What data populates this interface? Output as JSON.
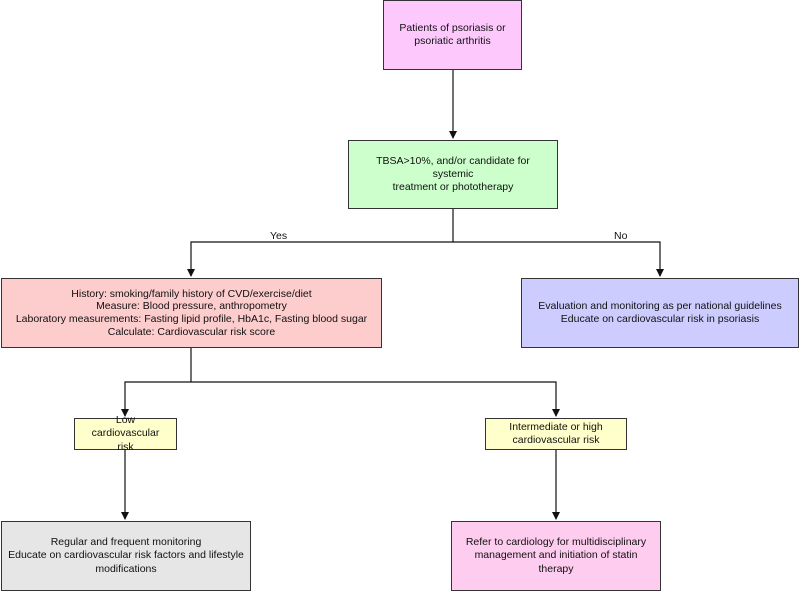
{
  "nodes": {
    "start": {
      "text": "Patients of psoriasis or\npsoriatic arthritis",
      "color": "#fdc9fd"
    },
    "criteria": {
      "text": "TBSA>10%, and/or candidate for systemic\ntreatment or phototherapy",
      "color": "#ccffcc"
    },
    "assessment": {
      "text": "History: smoking/family history of CVD/exercise/diet\nMeasure: Blood pressure, anthropometry\nLaboratory measurements: Fasting lipid profile, HbA1c, Fasting blood sugar\nCalculate: Cardiovascular risk score",
      "color": "#fdcccc"
    },
    "national": {
      "text": "Evaluation and monitoring as per national guidelines\nEducate on cardiovascular risk in psoriasis",
      "color": "#ccccff"
    },
    "low_risk": {
      "text": "Low cardiovascular\nrisk",
      "color": "#ffffcc"
    },
    "high_risk": {
      "text": "Intermediate or high\ncardiovascular risk",
      "color": "#ffffcc"
    },
    "monitoring": {
      "text": "Regular and frequent monitoring\nEducate on cardiovascular risk factors and lifestyle\nmodifications",
      "color": "#e6e6e6"
    },
    "cardiology": {
      "text": "Refer to cardiology for multidisciplinary\nmanagement and initiation of statin therapy",
      "color": "#fdccee"
    }
  },
  "edge_labels": {
    "yes": "Yes",
    "no": "No"
  }
}
